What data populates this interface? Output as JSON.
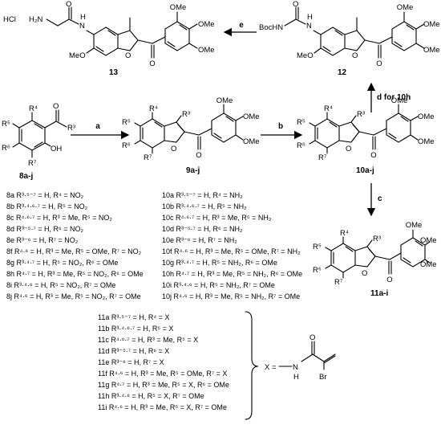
{
  "compounds": {
    "c13": "13",
    "c12": "12",
    "c8": "8a-j",
    "c9": "9a-j",
    "c10": "10a-j",
    "c11": "11a-i"
  },
  "reagents": {
    "a": "a",
    "b": "b",
    "c": "c",
    "d": "d for 10h",
    "e": "e"
  },
  "fragments": {
    "hcl": "HCl",
    "h2n": "H₂N",
    "bochn": "BocHN",
    "nh": "N",
    "h": "H",
    "o": "O",
    "ome": "OMe",
    "meo": "MeO",
    "oh": "OH",
    "r3": "R³",
    "r4": "R⁴",
    "r5": "R⁵",
    "r6": "R⁶",
    "r7": "R⁷",
    "x_eq": "X =",
    "br": "Br"
  },
  "list8": [
    "8a R³·⁵⁻⁷ = H, R⁴ = NO₂",
    "8b R³·⁴·⁶·⁷ = H, R⁵ = NO₂",
    "8c R⁴·⁶·⁷ = H, R³ = Me, R⁵ = NO₂",
    "8d R³⁻⁵·⁷ = H, R⁶ = NO₂",
    "8e R³⁻⁶ = H, R⁷ = NO₂",
    "8f R⁴·⁶ = H, R³ = Me, R⁵ = OMe, R⁷ = NO₂",
    "8g R³·⁴·⁷ = H, R⁵ = NO₂, R⁶ = OMe",
    "8h R⁴·⁷ = H, R³ = Me, R⁵ = NO₂, R⁶ = OMe",
    "8i R³·⁴·⁶ = H, R⁵ = NO₂, R⁷ = OMe",
    "8j R⁴·⁶ = H, R³ = Me, R⁵ = NO₂, R⁷ = OMe"
  ],
  "list10": [
    "10a R³·⁵⁻⁷ = H, R⁴ = NH₂",
    "10b R³·⁴·⁶·⁷ = H, R⁵ = NH₂",
    "10c R⁴·⁶·⁷ = H, R³ = Me, R⁵ = NH₂",
    "10d R³⁻⁵·⁷ = H, R⁶ = NH₂",
    "10e R³⁻⁶ = H, R⁷ = NH₂",
    "10f R⁴·⁶ = H, R³ = Me, R⁵ = OMe, R⁷ = NH₂",
    "10g R³·⁴·⁷ = H, R⁵ = NH₂, R⁶ = OMe",
    "10h R⁴·⁷ = H, R³ = Me, R⁵ = NH₂, R⁶ = OMe",
    "10i R³·⁴·⁶ = H, R⁵ = NH₂, R⁷ = OMe",
    "10j R⁴·⁶ = H, R³ = Me, R⁵ = NH₂, R⁷ = OMe"
  ],
  "list11": [
    "11a R³·⁵⁻⁷ = H, R⁴ = X",
    "11b R³·⁴·⁶·⁷ = H, R⁵ = X",
    "11c R⁴·⁶·⁷ = H, R³ = Me, R⁵ = X",
    "11d R³⁻⁵·⁷ = H, R⁶ = X",
    "11e R³⁻⁶ = H, R⁷ = X",
    "11f R⁴·⁶ = H, R³ = Me, R⁵ = OMe, R⁷ = X",
    "11g R⁴·⁷ = H, R³ = Me, R⁵ = X, R⁶ = OMe",
    "11h R³·⁴·⁶ = H, R⁵ = X, R⁷ = OMe",
    "11i R⁴·⁶ = H, R³ = Me, R⁵ = X, R⁷ = OMe"
  ]
}
